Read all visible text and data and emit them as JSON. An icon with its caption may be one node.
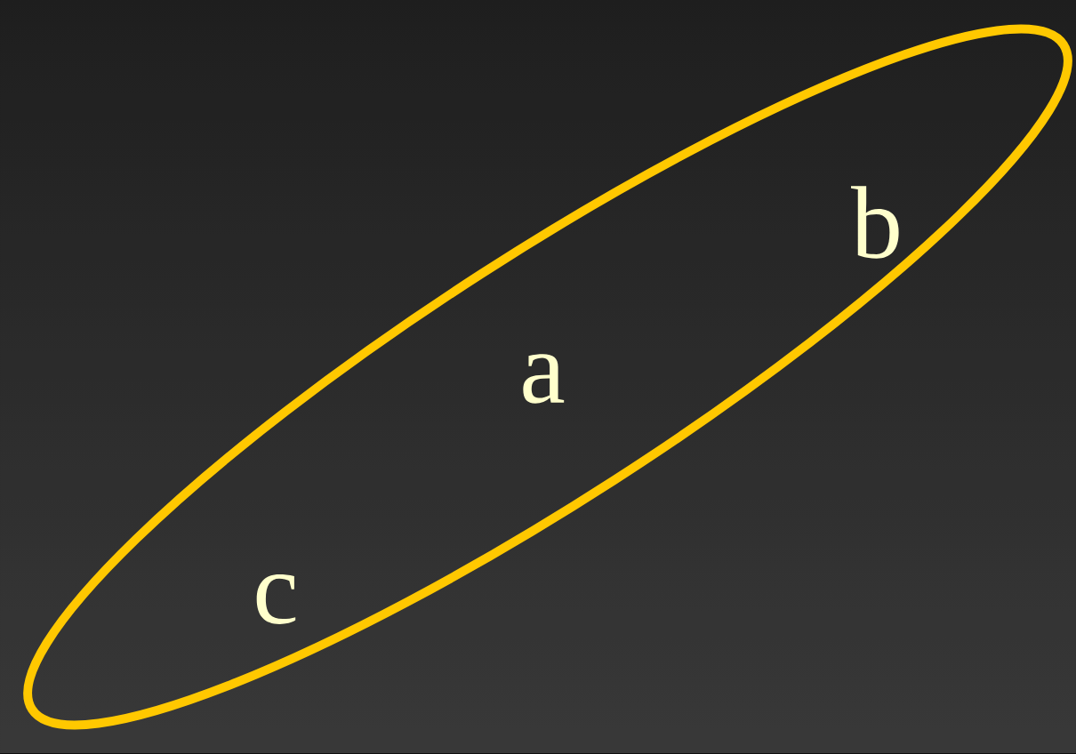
{
  "diagram": {
    "nodes": [
      {
        "text": [
          "b",
          "a",
          "c"
        ]
      }
    ]
  }
}
